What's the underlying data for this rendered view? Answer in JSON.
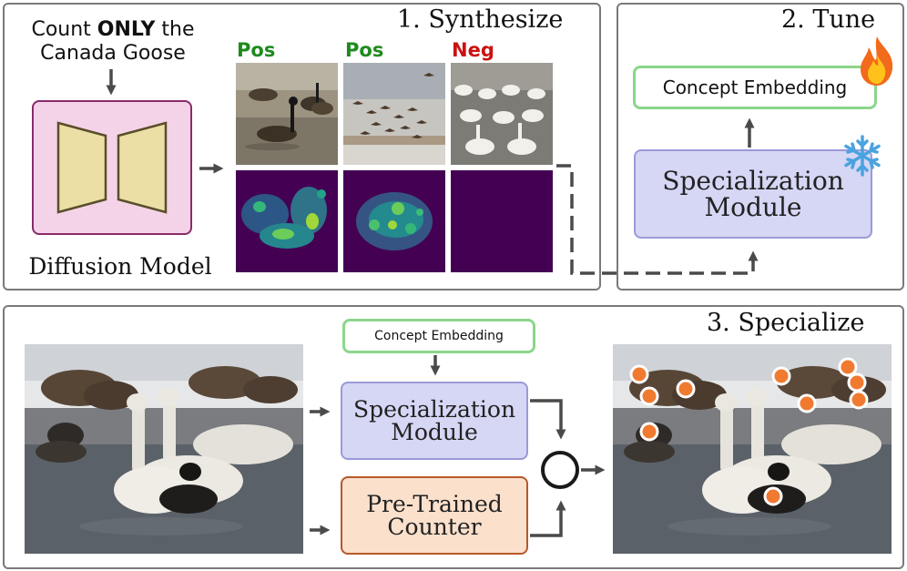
{
  "prompt": {
    "line1_prefix": "Count ",
    "line1_bold": "ONLY",
    "line1_suffix": " the",
    "line2": "Canada Goose"
  },
  "diffusion_model": {
    "label": "Diffusion Model"
  },
  "synthesize": {
    "title": "1. Synthesize",
    "samples": [
      {
        "label": "Pos",
        "color": "#1e8a1e"
      },
      {
        "label": "Pos",
        "color": "#1e8a1e"
      },
      {
        "label": "Neg",
        "color": "#cc1111"
      }
    ]
  },
  "tune": {
    "title": "2. Tune",
    "concept_embedding": "Concept Embedding",
    "module_line1": "Specialization",
    "module_line2": "Module"
  },
  "specialize": {
    "title": "3. Specialize",
    "concept_embedding": "Concept Embedding",
    "module_line1": "Specialization",
    "module_line2": "Module",
    "counter_line1": "Pre-Trained",
    "counter_line2": "Counter"
  },
  "colors": {
    "panel_border": "#7a7a7a",
    "diffusion_fill": "#f4d3e8",
    "diffusion_border": "#8a2a6a",
    "embedding_border": "#8bd68b",
    "module_fill": "#d6d6f5",
    "module_border": "#9a9ad8",
    "counter_fill": "#fbe0cc",
    "counter_border": "#b8582a",
    "density_bg": "#440154",
    "marker": "#f07a30"
  }
}
